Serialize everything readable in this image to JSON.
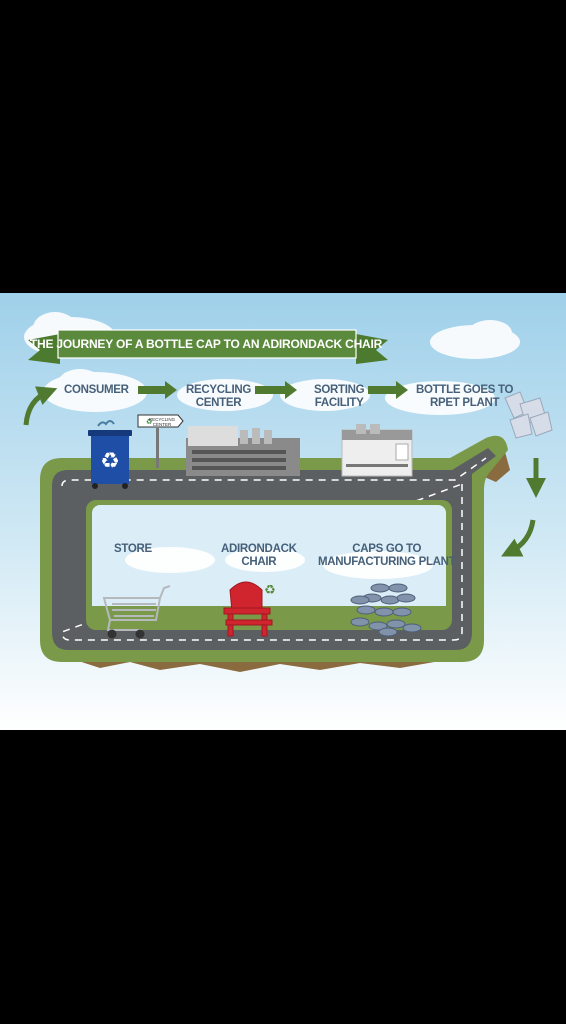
{
  "title": "THE JOURNEY OF A BOTTLE CAP TO AN ADIRONDACK CHAIR",
  "steps": {
    "consumer": "CONSUMER",
    "recycling_center": [
      "RECYCLING",
      "CENTER"
    ],
    "sorting_facility": [
      "SORTING",
      "FACILITY"
    ],
    "rpet_plant": [
      "BOTTLE GOES TO",
      "RPET PLANT"
    ],
    "caps_manufacturing": [
      "CAPS GO TO",
      "MANUFACTURING PLANT"
    ],
    "adirondack_chair": [
      "ADIRONDACK",
      "CHAIR"
    ],
    "store": "STORE"
  },
  "sign": [
    "RECYCLING",
    "CENTER"
  ],
  "colors": {
    "sky": "#a9d4ea",
    "ribbon": "#5b8a3c",
    "arrow": "#4f7a30",
    "road": "#5c5f61",
    "grass": "#7a9a4a",
    "dirt": "#8a6a3f",
    "bin": "#1f4ea6",
    "chair": "#d0242e",
    "label": "#47607a"
  },
  "icons": [
    "recycle-bin-icon",
    "recycling-sign-icon",
    "recycling-center-building-icon",
    "sorting-facility-building-icon",
    "bottle-pile-icon",
    "bottle-caps-pile-icon",
    "adirondack-chair-icon",
    "recycle-symbol-icon",
    "shopping-cart-icon"
  ]
}
